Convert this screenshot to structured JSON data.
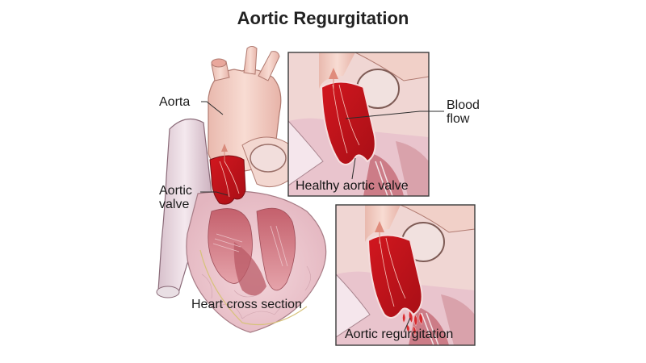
{
  "title": "Aortic Regurgitation",
  "labels": {
    "aorta": "Aorta",
    "aortic_valve_line1": "Aortic",
    "aortic_valve_line2": "valve",
    "heart_cross_section": "Heart cross section",
    "blood_flow_line1": "Blood",
    "blood_flow_line2": "flow",
    "healthy_aortic_valve": "Healthy aortic valve",
    "aortic_regurgitation": "Aortic regurgitation"
  },
  "colors": {
    "blood": "#c8141c",
    "tissue": "#f3d3cc",
    "muscle": "#c9707a",
    "vessel_purple": "#d9c2cc",
    "frame": "#333333",
    "leader": "#333333"
  },
  "panels": [
    {
      "id": "main-heart",
      "caption": "Heart cross section"
    },
    {
      "id": "inset-healthy",
      "caption": "Healthy aortic valve"
    },
    {
      "id": "inset-regurgitation",
      "caption": "Aortic regurgitation"
    }
  ]
}
